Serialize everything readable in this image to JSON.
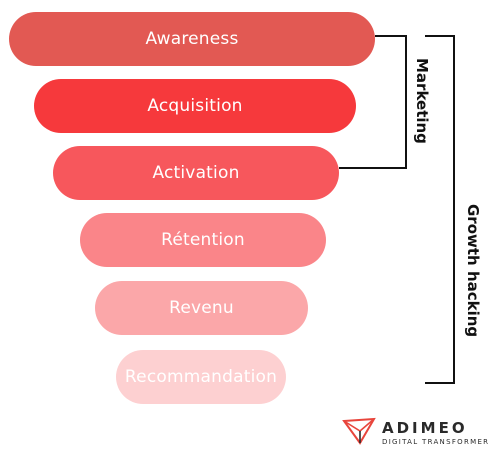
{
  "funnel": {
    "stages": [
      {
        "label": "Awareness",
        "color": "#e25953"
      },
      {
        "label": "Acquisition",
        "color": "#f6393c"
      },
      {
        "label": "Activation",
        "color": "#f7575c"
      },
      {
        "label": "Rétention",
        "color": "#fa8589"
      },
      {
        "label": "Revenu",
        "color": "#fba7a9"
      },
      {
        "label": "Recommandation",
        "color": "#fdd0d1"
      }
    ]
  },
  "brackets": {
    "marketing": "Marketing",
    "growth": "Growth hacking"
  },
  "logo": {
    "name": "ADIMEO",
    "tagline": "DIGITAL TRANSFORMER",
    "colors": {
      "red": "#e8453c",
      "dark": "#2a2a2a"
    }
  }
}
